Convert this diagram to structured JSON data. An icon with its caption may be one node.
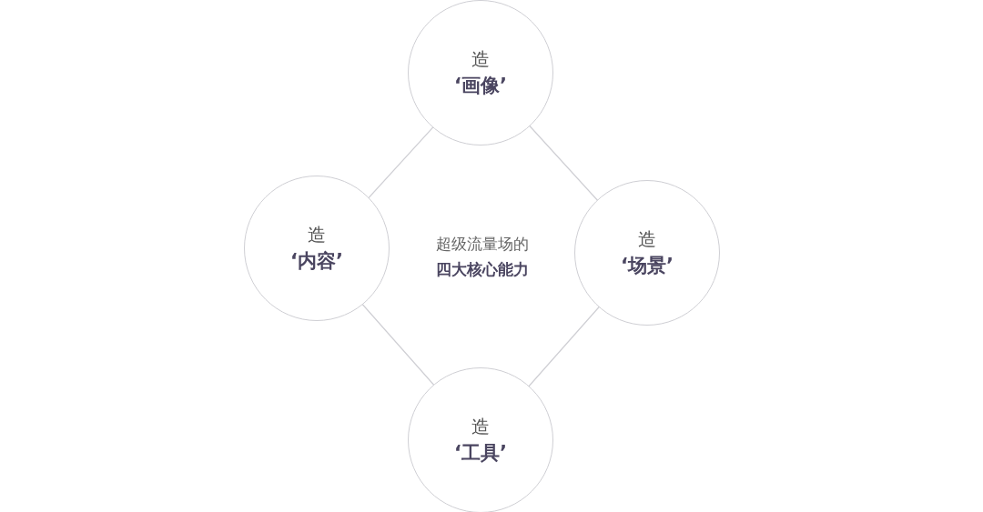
{
  "diagram": {
    "nodes": [
      {
        "text": [
          "造",
          "‘画像’"
        ]
      },
      {
        "text": [
          "造",
          "‘内容’"
        ]
      },
      {
        "text": [
          "超级流量场的",
          "四大核心能力"
        ]
      },
      {
        "text": [
          "造",
          "‘场景’"
        ]
      },
      {
        "text": [
          "造",
          "‘工具’"
        ]
      }
    ]
  }
}
